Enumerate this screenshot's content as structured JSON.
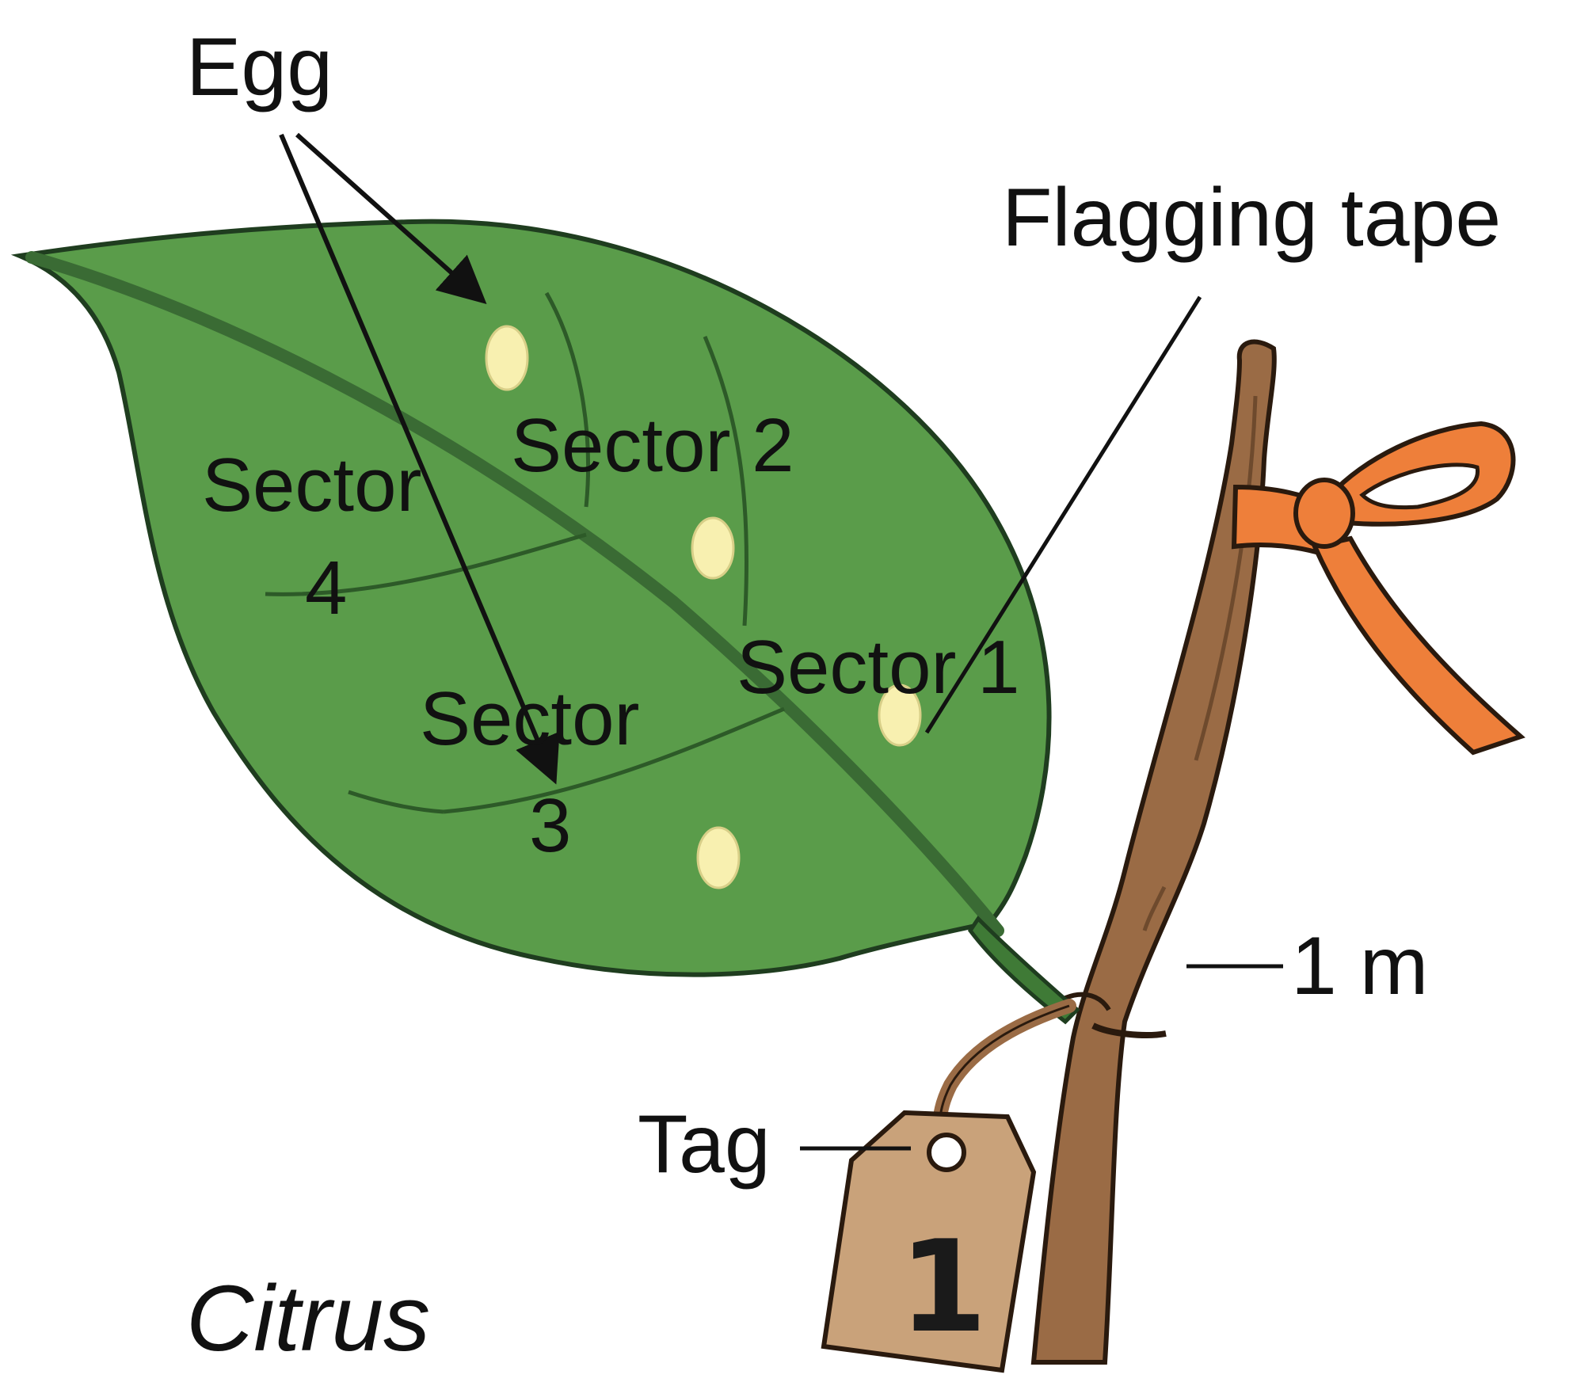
{
  "labels": {
    "egg": "Egg",
    "flagging_tape": "Flagging tape",
    "sector_1": "Sector 1",
    "sector_2": "Sector 2",
    "sector_3_line1": "Sector",
    "sector_3_line2": "3",
    "sector_4_line1": "Sector",
    "sector_4_line2": "4",
    "height": "1 m",
    "tag": "Tag",
    "tag_number": "1",
    "species": "Citrus"
  },
  "colors": {
    "leaf_fill": "#5a9c4a",
    "leaf_outline": "#1f3d1f",
    "midrib": "#3a6b34",
    "egg_fill": "#f8f0b0",
    "branch": "#9a6b45",
    "tape": "#ee7f3a",
    "tag_fill": "#c9a27a"
  }
}
